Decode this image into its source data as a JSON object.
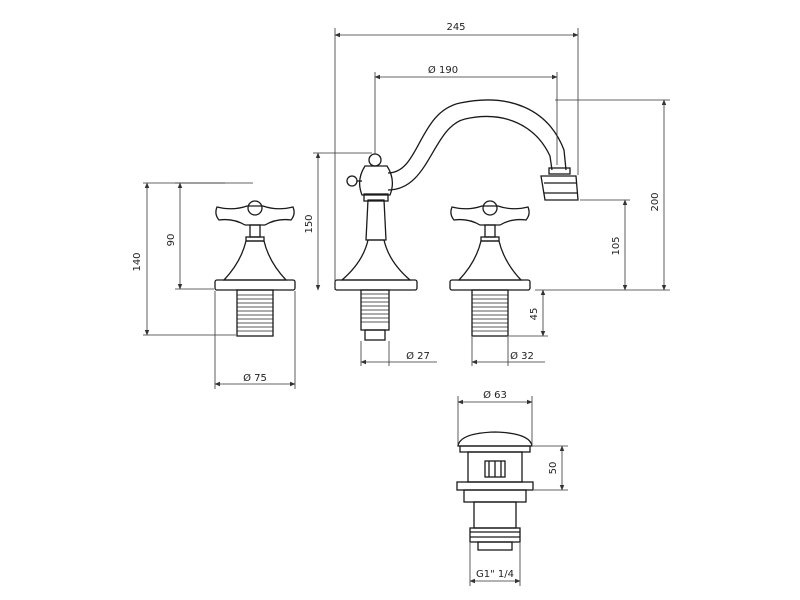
{
  "dimensions": {
    "spread_width": "245",
    "spout_reach": "Ø 190",
    "total_height": "200",
    "spout_outlet_height": "105",
    "spout_body_height": "150",
    "handle_total_height": "140",
    "handle_height": "90",
    "handle_base_diameter": "Ø 75",
    "shank_length": "45",
    "spout_shank_diameter": "Ø 27",
    "handle_shank_diameter": "Ø 32",
    "waste_diameter": "Ø 63",
    "waste_height": "50",
    "waste_thread": "G1\" 1/4"
  },
  "colors": {
    "line": "#1a1a1a",
    "background": "#ffffff"
  }
}
